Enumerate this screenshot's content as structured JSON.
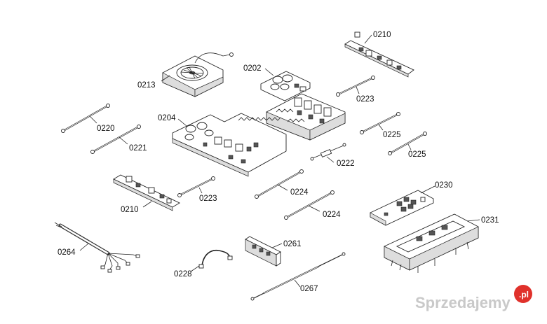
{
  "diagram": {
    "labels": [
      "0210",
      "0213",
      "0202",
      "0223",
      "0220",
      "0221",
      "0204",
      "0225",
      "0225",
      "0222",
      "0223",
      "0224",
      "0224",
      "0230",
      "0210",
      "0231",
      "0264",
      "0261",
      "0228",
      "0267"
    ]
  },
  "watermark": {
    "text": "Sprzedajemy",
    "badge": ".pl",
    "brand_color": "#e0312b"
  }
}
